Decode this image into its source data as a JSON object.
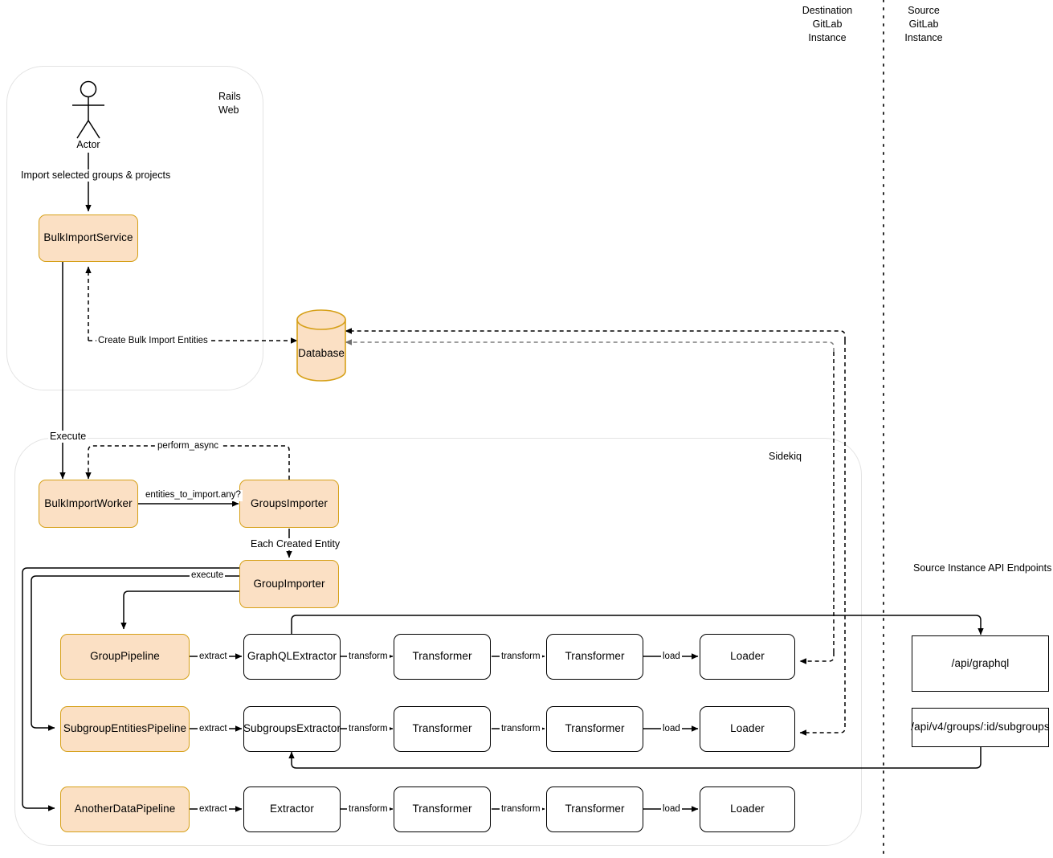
{
  "headers": {
    "destination": "Destination\nGitLab\nInstance",
    "source": "Source\nGitLab\nInstance"
  },
  "zones": {
    "rails_web": "Rails\nWeb",
    "sidekiq": "Sidekiq",
    "api_endpoints_title": "Source Instance API Endpoints"
  },
  "actor": {
    "label": "Actor"
  },
  "nodes": {
    "bulk_import_service": "BulkImportService",
    "database": "Database",
    "bulk_import_worker": "BulkImportWorker",
    "groups_importer": "GroupsImporter",
    "group_importer": "GroupImporter",
    "group_pipeline": "GroupPipeline",
    "subgroup_entities_pipeline": "SubgroupEntitiesPipeline",
    "another_data_pipeline": "AnotherDataPipeline",
    "graphql_extractor": "GraphQLExtractor",
    "subgroups_extractor": "SubgroupsExtractor",
    "extractor": "Extractor",
    "transformer": "Transformer",
    "loader": "Loader",
    "api_graphql": "/api/graphql",
    "api_subgroups": "/api/v4/groups/:id/subgroups"
  },
  "edges": {
    "import_selected": "Import selected groups & projects",
    "create_bulk_import_entities": "Create Bulk Import Entities",
    "execute_flow": "Execute",
    "perform_async": "perform_async",
    "entities_to_import": "entities_to_import.any?",
    "each_created_entity": "Each Created Entity",
    "execute_pipeline": "execute",
    "extract": "extract",
    "transform": "transform",
    "load": "load"
  },
  "colors": {
    "node_fill": "#fbe0c4",
    "node_border": "#d6a018",
    "container_border": "#e3e3e3",
    "line": "#000000",
    "line_light": "#8c8c8c"
  }
}
